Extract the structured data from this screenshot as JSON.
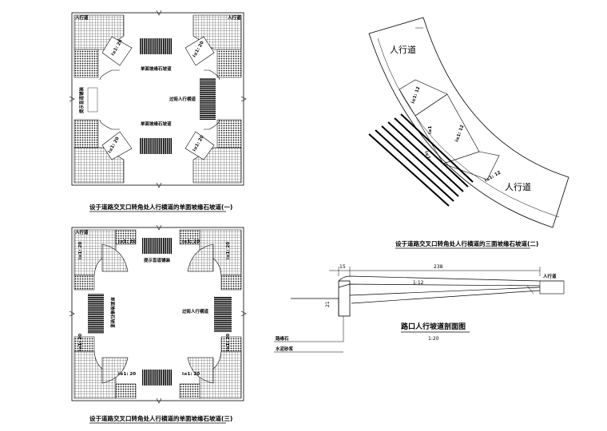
{
  "diagram1": {
    "sidewalk_tl": "人行道",
    "sidewalk_tr": "人行道",
    "ramp_slope_tl": "i≤1: 20",
    "ramp_slope_tr": "i≤1: 20",
    "ramp_slope_bl": "i≤1: 20",
    "ramp_slope_br": "i≤1: 20",
    "curb_ramp_top": "单面坡缘石坡道",
    "curb_ramp_mid": "单面坡缘石坡道",
    "crosswalk_label": "过街人行横道",
    "tactile_strip": "提示盲道铺装",
    "caption": "设于道路交叉口转角处人行横道的单面坡缘石坡道(一)"
  },
  "diagram2": {
    "sidewalk": "人行道",
    "slope_tl": "i≤1: 20",
    "slope_tl_side": "i≤1: 20",
    "slope_tr": "i≤1: 20",
    "slope_tr_side": "i≤1: 20",
    "slope_bl_side": "i≤1: 20",
    "slope_bl": "i≤1: 20",
    "slope_br": "i≤1: 20",
    "slope_br_side": "i≤1: 20",
    "tactile_strip": "提示盲道铺装",
    "curb_ramp_left": "单面坡缘石坡道",
    "crosswalk_label": "过街人行横道",
    "caption": "设于道路交叉口转角处人行横道的单面坡缘石坡道(三)"
  },
  "diagram3": {
    "sidewalk_top": "人行道",
    "sidewalk_bottom": "人行道",
    "slope_a": "i≤1: 12",
    "slope_b": "i≤1",
    "slope_c": "i≤1: 12",
    "slope_d": "i≤1: 12",
    "curb_marker": "i≤1:",
    "caption": "设于道路交叉口转角处人行横道的三面坡缘石坡道(二)"
  },
  "section": {
    "dim_left": "15",
    "dim_main": "238",
    "slope": "1:12",
    "sidewalk": "人行道",
    "height": "21",
    "curb": "路缘石",
    "mortar": "水泥砂浆",
    "title": "路口人行坡道剖面图",
    "scale": "1:20"
  }
}
